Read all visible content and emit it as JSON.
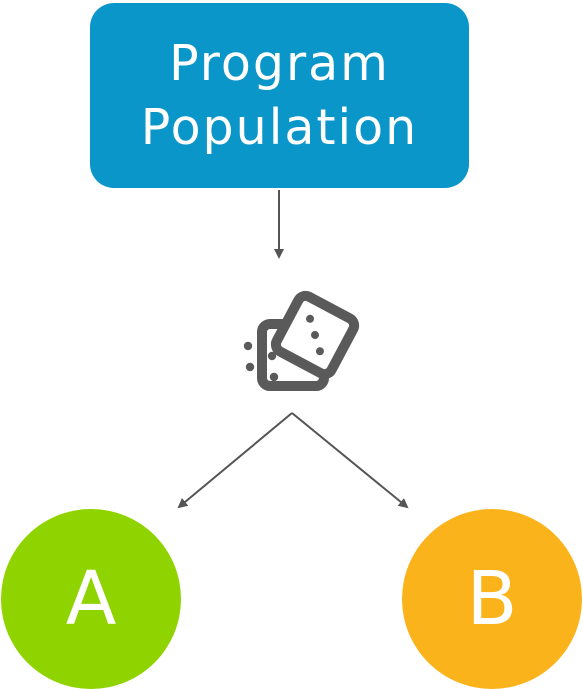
{
  "top_box": {
    "line1": "Program",
    "line2": "Population"
  },
  "dice": {
    "icon": "dice-icon"
  },
  "groups": {
    "a_label": "A",
    "b_label": "B"
  },
  "colors": {
    "top_box": "#0a96c8",
    "group_a": "#8fd400",
    "group_b": "#fbb31b",
    "arrows": "#555555",
    "dice": "#5a5a5a"
  }
}
